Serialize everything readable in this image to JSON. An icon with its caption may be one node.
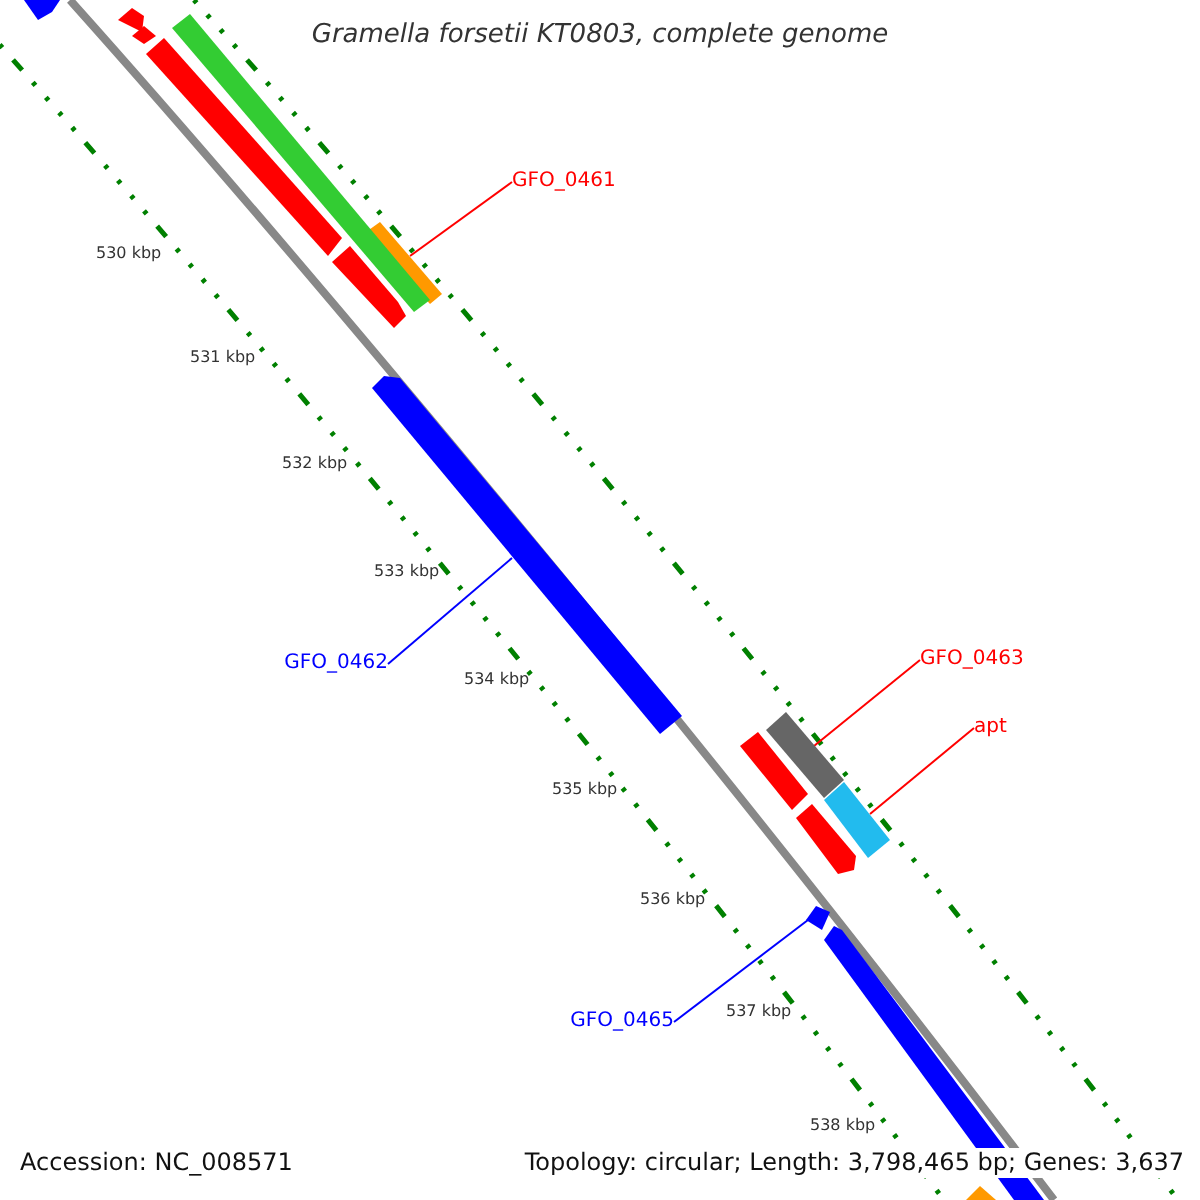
{
  "diagram": {
    "title": "Gramella forsetii KT0803, complete genome",
    "nodes": [
      {
        "text": [
          "GFO_0461"
        ]
      },
      {
        "text": [],
        "shape": "bar"
      },
      {
        "text": [
          "GFO_0462"
        ]
      },
      {
        "text": [],
        "shape": "bar"
      },
      {
        "text": [
          "GFO_0463"
        ]
      },
      {
        "text": [],
        "shape": "bar"
      },
      {
        "text": [
          "apt"
        ]
      },
      {
        "text": [],
        "shape": "bar"
      },
      {
        "text": [
          "GFO_0465"
        ]
      },
      {
        "text": [],
        "shape": "bar"
      },
      {
        "text": [],
        "shape": "bar"
      },
      {
        "text": [],
        "shape": "bar"
      },
      {
        "text": [],
        "shape": "bar"
      },
      {
        "text": [],
        "shape": "bar"
      },
      {
        "text": [],
        "shape": "bar"
      },
      {
        "text": [],
        "shape": "bar"
      },
      {
        "text": [],
        "shape": "bar"
      },
      {
        "text": [],
        "shape": "bar"
      },
      {
        "text": [],
        "shape": "bar"
      },
      {
        "text": [],
        "shape": "bar"
      }
    ],
    "edges": [
      {
        "from": 0,
        "to": 1,
        "arrow": "none"
      },
      {
        "from": 2,
        "to": 3,
        "arrow": "none",
        "color": "#0000ff"
      },
      {
        "from": 4,
        "to": 5,
        "arrow": "none"
      },
      {
        "from": 6,
        "to": 7,
        "arrow": "none"
      },
      {
        "from": 8,
        "to": 9,
        "arrow": "none",
        "color": "#0000ff"
      }
    ],
    "labels": [
      "530 kbp",
      "531 kbp",
      "532 kbp",
      "533 kbp",
      "534 kbp",
      "535 kbp",
      "536 kbp",
      "537 kbp",
      "538 kbp",
      "Accession: NC_008571",
      "Topology: circular; Length: 3,798,465 bp; Genes: 3,637"
    ]
  }
}
